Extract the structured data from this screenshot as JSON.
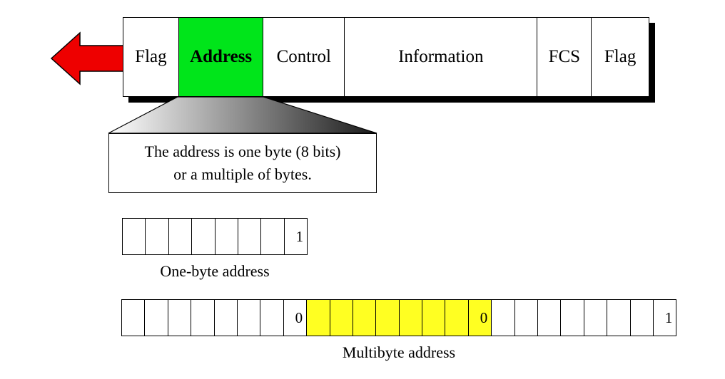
{
  "frame_fields": [
    {
      "label": "Flag",
      "highlight": false
    },
    {
      "label": "Address",
      "highlight": true
    },
    {
      "label": "Control",
      "highlight": false
    },
    {
      "label": "Information",
      "highlight": false
    },
    {
      "label": "FCS",
      "highlight": false
    },
    {
      "label": "Flag",
      "highlight": false
    }
  ],
  "callout": {
    "line1": "The address is one byte (8 bits)",
    "line2": "or a multiple of bytes."
  },
  "one_byte": {
    "bits": [
      "",
      "",
      "",
      "",
      "",
      "",
      "",
      "1"
    ],
    "caption": "One-byte address"
  },
  "multibyte": {
    "bits": [
      "",
      "",
      "",
      "",
      "",
      "",
      "",
      "0",
      "",
      "",
      "",
      "",
      "",
      "",
      "",
      "0",
      "",
      "",
      "",
      "",
      "",
      "",
      "",
      "1"
    ],
    "highlighted_byte": 1,
    "caption": "Multibyte address"
  },
  "colors": {
    "address_highlight": "#00e51a",
    "arrow": "#ee0000",
    "byte_highlight": "#ffff22"
  }
}
